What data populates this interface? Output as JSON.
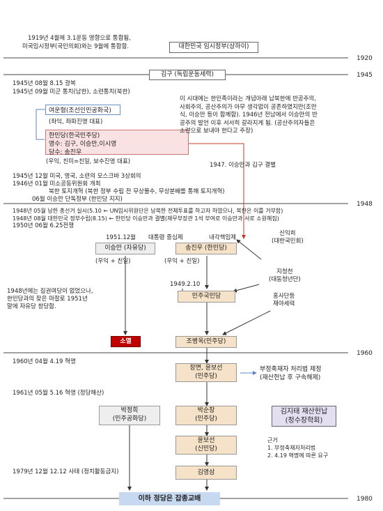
{
  "top": {
    "note_line1": "1919년 4월에 3.1운동 영향으로 통합됨,",
    "note_line2": "미국임시정부(국민의회)와는 9월에 통합함.",
    "gov_box": "대한민국 임시정부(상하이)"
  },
  "years": {
    "y1920": "1920",
    "y1945": "1945",
    "y1948": "1948",
    "y1960": "1960",
    "y1980": "1980"
  },
  "kimgu_box": "김구 (독립운동세력)",
  "events_1945": [
    "1945년 08월 8.15 광복",
    "1945년 09월 미군 통치(남한), 소련통치(북한)"
  ],
  "yeo_box": "여운형(조선인민공화국)",
  "yeo_note": "(좌익, 좌파진영 대표)",
  "hanmin_box": {
    "line1": "한민당(한국민주당)",
    "line2": "영수: 김구, 이승만,이시영",
    "line3": "당수: 송진우"
  },
  "hanmin_note": "(우익, 친미=친일, 보수진영 대표)",
  "right_note": [
    "이 시대에는 한민족이라는 개념아래 남북한에 반공주의,",
    "사회주의, 공산주의가 아무 생각없이 공존하였지만(조만",
    "식, 이승만 등이 함께함). 1946년 전남에서 이승만의 반",
    "공주의 발언 이후 서서히 갈라지게 됨. (공산주의자들은",
    "소련으로 보내야 한다고 주장)"
  ],
  "rupture_label": "1947. 이승만과 김구 결별",
  "events_mid": [
    "1945년 12월 미국, 영국, 소련의 모스크바 3상회의",
    "1946년 01월 미소공동위원회 개최",
    "북한 토지개혁 (북한 정부 수립 전 무상몰수, 무상분배를 통해 토지개혁)",
    "06월 이승만 단독정부 (한민당 지지)"
  ],
  "events_1948": [
    "1948년 05월 남한 총선거 실시(5.10 ← UN임시위원단은 남북한 전체투표를 하고자 하였으나, 북한은 이를 거부함)",
    "1948년 08월 대한민국 정부수립(8.15) ← 한민당 이승만과 결별(재무부장관 1석 부여로 이승만과 서로 소원해짐)",
    "1950년 06월 6.25전쟁"
  ],
  "left_branch": {
    "date": "1951.12월",
    "label": "대통령 중심제",
    "box": "이승만 (자유당)",
    "note": "(우익 + 친일)"
  },
  "right_branch": {
    "label": "내각책임제",
    "box": "송진우 (한민당)",
    "note": "(우익 + 친일)"
  },
  "shinik": {
    "line1": "신익희",
    "line2": "(대한국민회)"
  },
  "jichung": {
    "line1": "지청천",
    "line2": "(대동청년단)"
  },
  "note_1948": [
    "1948년에는 집권여당이 없었으나,",
    "한민당과의 잦은 마찰로 1951년",
    "말에 자유당 창당함."
  ],
  "date_1949": "1949.2.10",
  "minkuk_box": "민주국민당",
  "hongsa": {
    "line1": "홍사단등",
    "line2": "재야세력"
  },
  "extinct_box": "소멸",
  "jo_box": "조병옥(민주당)",
  "revo_419": "1960년 04월 4.19 혁명",
  "jang_box": {
    "line1": "장면, 윤보선",
    "line2": "(민주당)"
  },
  "bujeong": {
    "line1": "부정축재자 처리법 제정",
    "line2": "(재산헌납 후 구속해제)"
  },
  "revo_516": "1961년 05월 5.16 혁명   (정당해산)",
  "park_box": {
    "line1": "박정희",
    "line2": "(민주공화당)"
  },
  "parksun_box": {
    "line1": "박순창",
    "line2": "(민주당)"
  },
  "kimjitae_box": {
    "line1": "김지태 재산헌납",
    "line2": "(정수장학회)"
  },
  "basis": {
    "title": "근거",
    "item1": "1.   부정축재자처리법",
    "item2": "2.   4.19 혁명에 따른 요구"
  },
  "yoon_box": {
    "line1": "윤보선",
    "line2": "(신민당)"
  },
  "incident_1212": "1979년 12월 12.12 사태 (정치활동금지)",
  "kimys_box": "김영삼",
  "bottom_box": "이하 정당은 잡종교배"
}
